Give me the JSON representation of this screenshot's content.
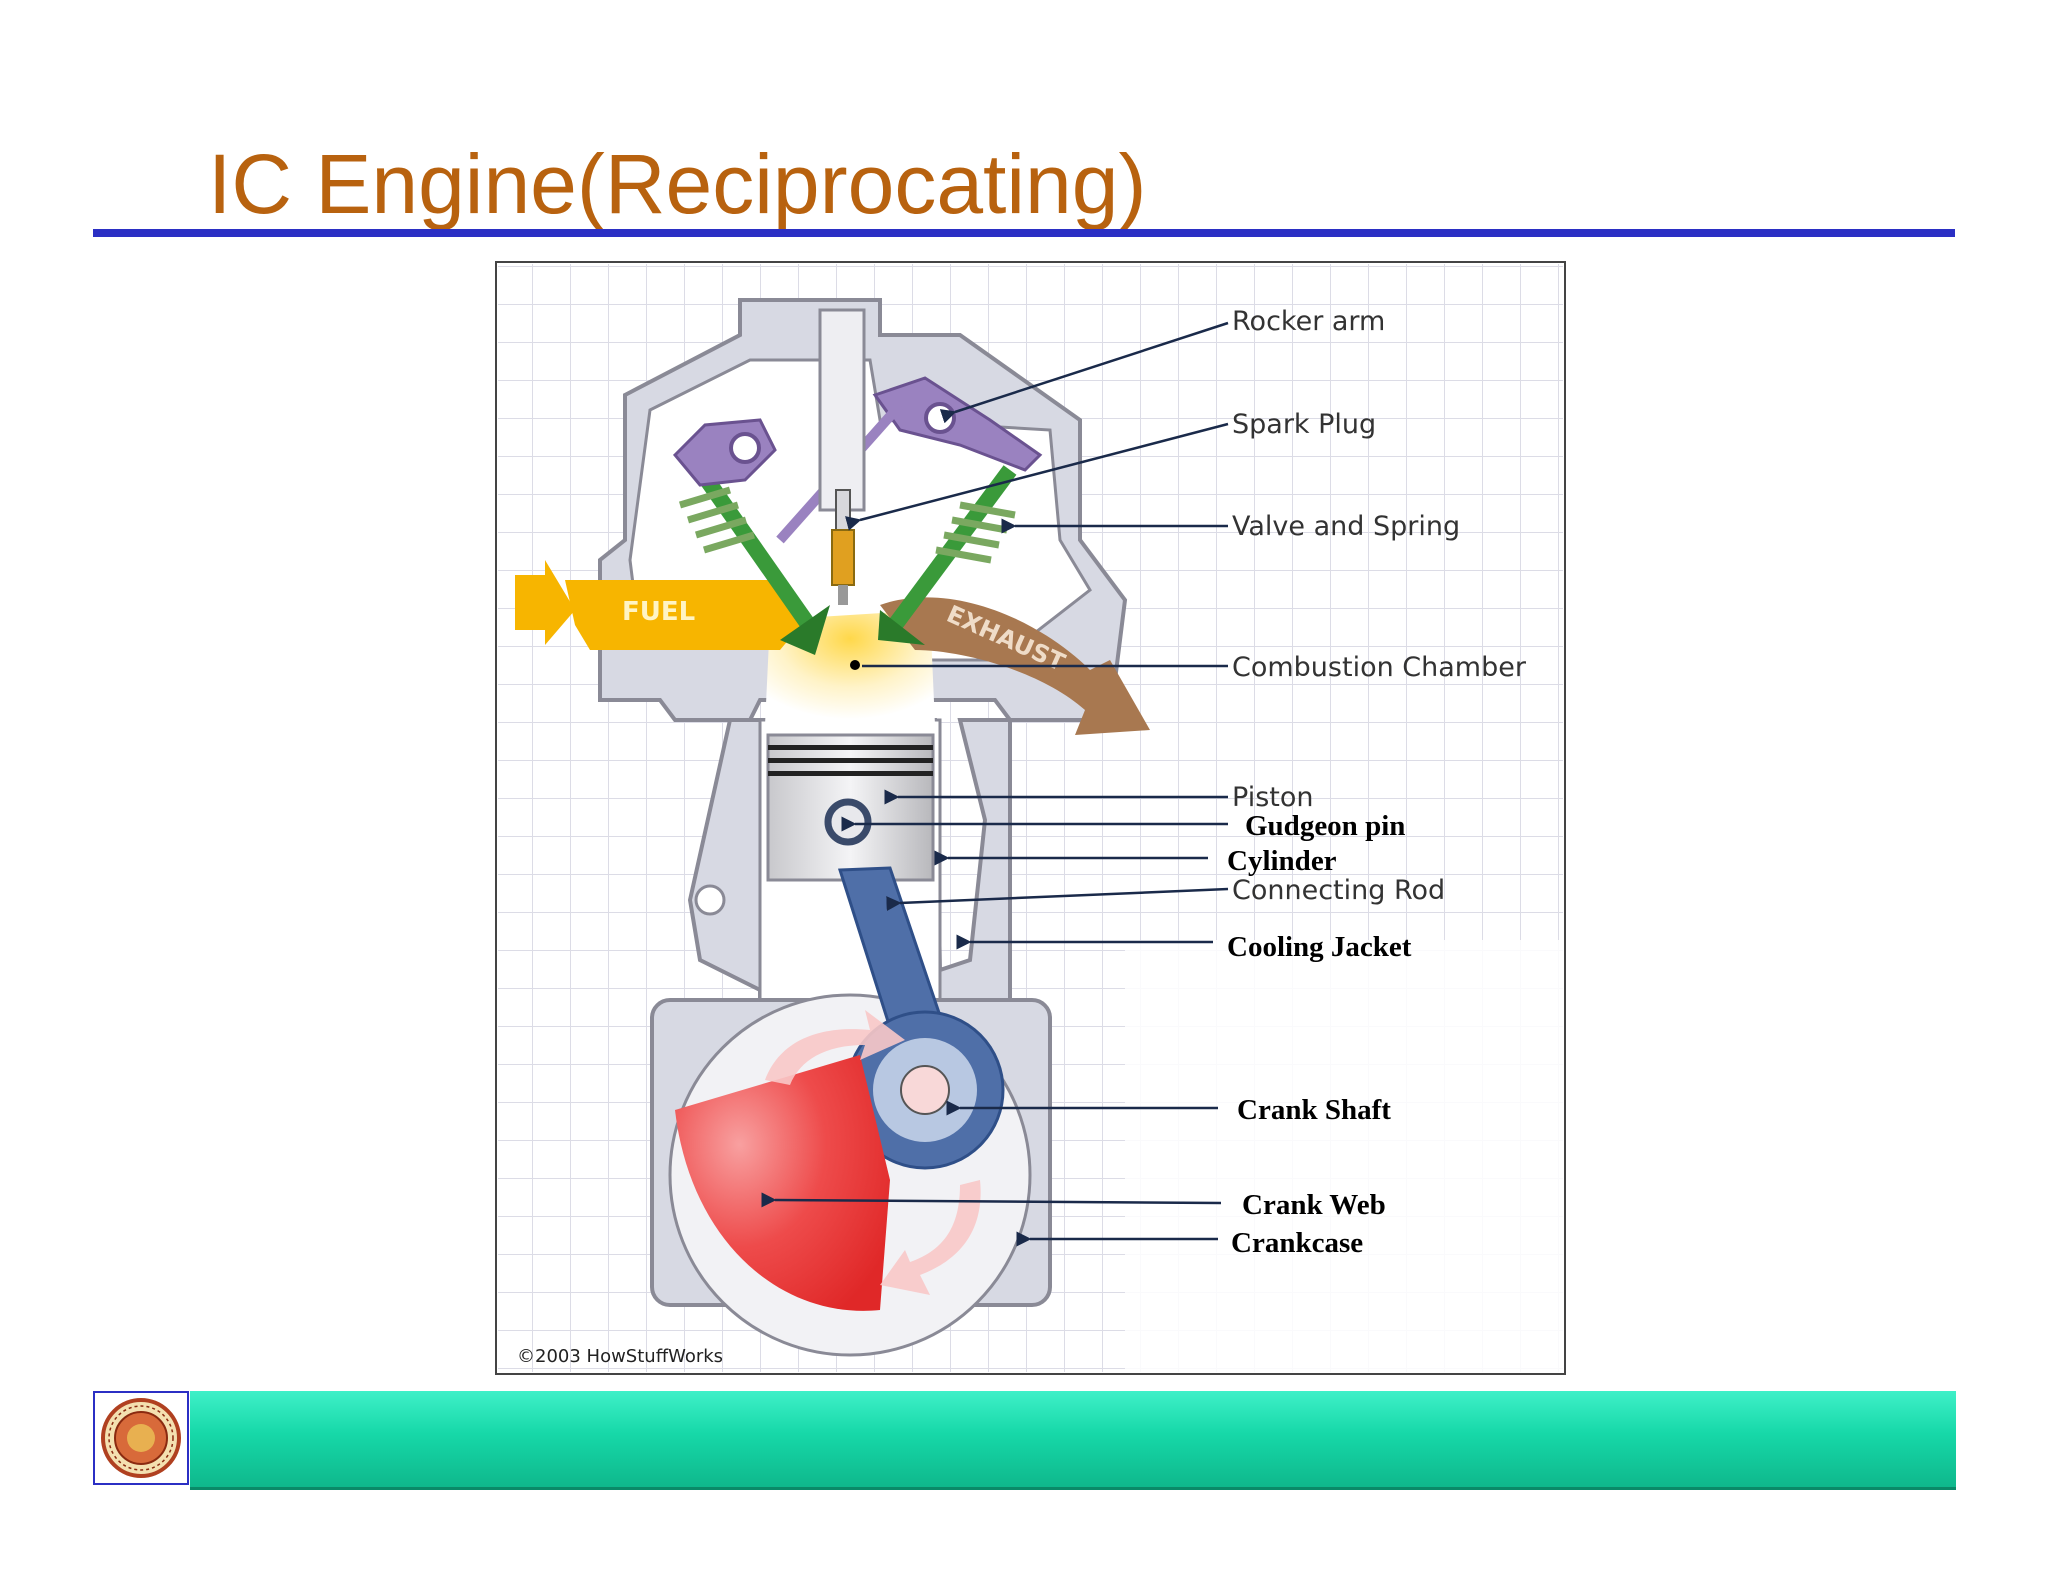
{
  "slide": {
    "title": "IC Engine(Reciprocating)",
    "copyright": "©2003 HowStuffWorks"
  },
  "diagram": {
    "flow_labels": {
      "fuel": "FUEL",
      "exhaust": "EXHAUST"
    },
    "labels": {
      "rocker_arm": "Rocker arm",
      "spark_plug": "Spark Plug",
      "valve_spring": "Valve and Spring",
      "combustion_chamber": "Combustion Chamber",
      "piston": "Piston",
      "gudgeon_pin": "Gudgeon pin",
      "cylinder": "Cylinder",
      "connecting_rod": "Connecting Rod",
      "cooling_jacket": "Cooling Jacket",
      "crank_shaft": "Crank Shaft",
      "crank_web": "Crank Web",
      "crankcase": "Crankcase"
    }
  },
  "colors": {
    "title": "#b8620f",
    "rule": "#2b2fc4",
    "footer": "#16d8a8",
    "fuel": "#f7b500",
    "exhaust": "#a87850",
    "crank_web": "#e83838",
    "rod": "#4f6fa8",
    "rocker": "#9a82c0",
    "valve": "#3a9a3a"
  },
  "footer": {
    "logo": "college-seal"
  }
}
